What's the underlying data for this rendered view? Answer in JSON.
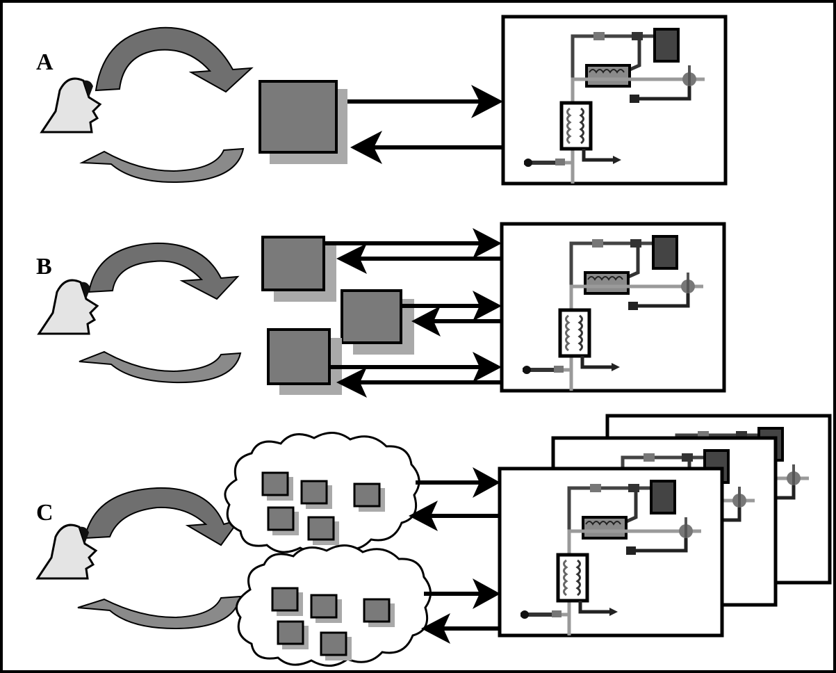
{
  "panels": [
    {
      "id": "A",
      "label": "A",
      "agents": 1,
      "system_copies": 1
    },
    {
      "id": "B",
      "label": "B",
      "agents": 3,
      "system_copies": 1
    },
    {
      "id": "C",
      "label": "C",
      "agents": 10,
      "agent_groups": 2,
      "system_copies": 3
    }
  ],
  "colors": {
    "frame": "#000000",
    "box_fill": "#7a7a7a",
    "box_shadow": "#a9a9a9",
    "curved_arrow_dark": "#6f6f6f",
    "curved_arrow_light": "#9a9a9a",
    "face": "#e4e4e4",
    "circuit_dark": "#333333",
    "circuit_light": "#9a9a9a",
    "cloud": "#ffffff"
  },
  "icons": [
    "human-head-icon",
    "curved-arrow-icon",
    "agent-box-icon",
    "cloud-icon",
    "circuit-schematic-icon",
    "arrow-right-icon",
    "arrow-left-icon"
  ]
}
